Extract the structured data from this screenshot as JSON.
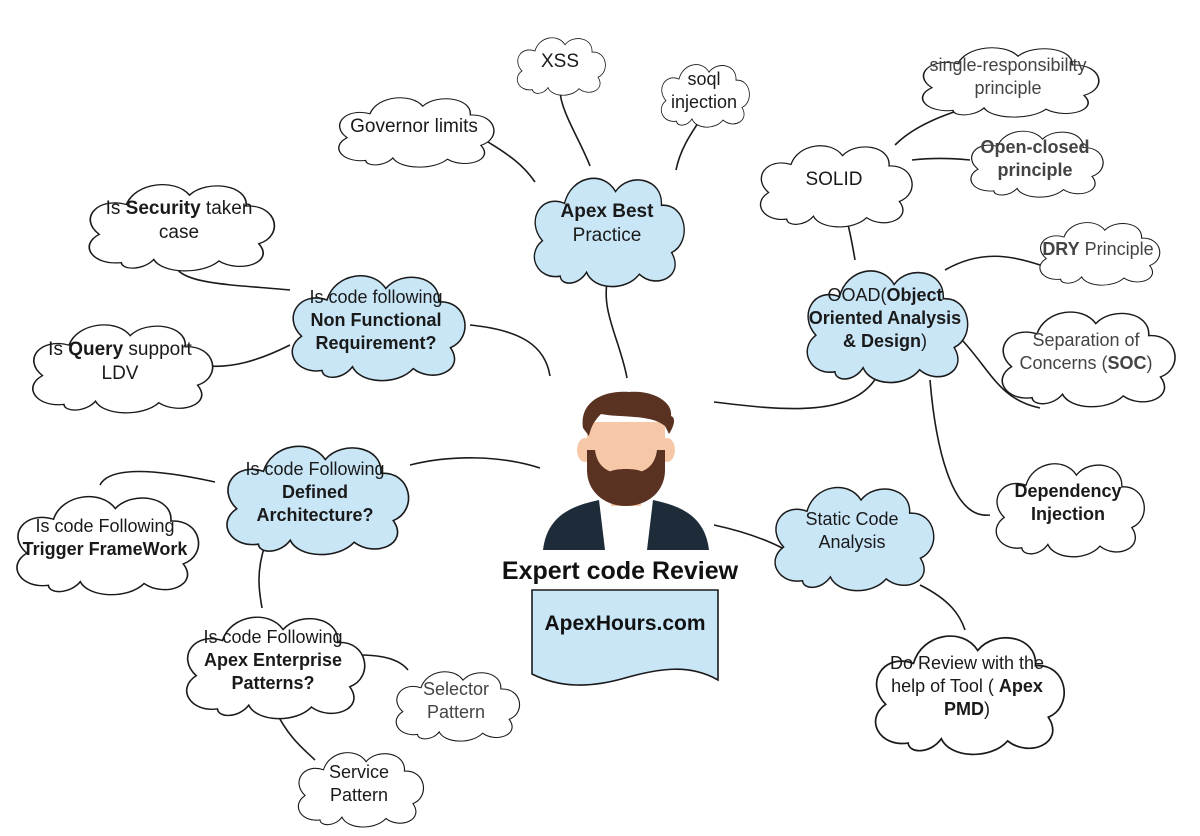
{
  "diagram": {
    "center": {
      "title": "Expert code Review",
      "banner": "ApexHours.com",
      "person_icon": "developer-avatar-icon"
    },
    "nodes": {
      "apex_best_practice": {
        "bold": "Apex Best",
        "rest": "Practice"
      },
      "governor_limits": "Governor limits",
      "xss": "XSS",
      "soql_line1": "soql",
      "soql_line2": "injection",
      "solid": "SOLID",
      "single_resp_line1": "single-responsibility",
      "single_resp_line2": "principle",
      "open_closed_line1": "Open-closed",
      "open_closed_line2": "principle",
      "ooad_pre": "OOAD(",
      "ooad_bold1": "Object",
      "ooad_bold2": "Oriented Analysis",
      "ooad_bold3": "& Design",
      "ooad_post": ")",
      "dry_bold": "DRY",
      "dry_rest": " Principle",
      "soc_line1": "Separation of",
      "soc_pre": "Concerns (",
      "soc_bold": "SOC",
      "soc_post": ")",
      "di_line1": "Dependency",
      "di_line2": "Injection",
      "static_line1": "Static Code",
      "static_line2": "Analysis",
      "pmd_line1": "Do Review with the",
      "pmd_line2": "help of Tool ( ",
      "pmd_bold1": "Apex",
      "pmd_bold2": "PMD",
      "pmd_post": ")",
      "nfr_line1": "Is code following",
      "nfr_bold1": "Non Functional",
      "nfr_bold2": "Requirement?",
      "security_pre": "Is ",
      "security_bold": "Security",
      "security_post": " taken",
      "security_line2": "case",
      "query_pre": "Is ",
      "query_bold": "Query",
      "query_post": " support",
      "query_line2": "LDV",
      "arch_line1": "Is code Following",
      "arch_bold1": "Defined",
      "arch_bold2": "Architecture?",
      "trigger_line1": "Is code Following",
      "trigger_bold": "Trigger FrameWork",
      "enterprise_line1": "Is code Following",
      "enterprise_bold1": "Apex Enterprise",
      "enterprise_bold2": "Patterns?",
      "selector_line1": "Selector",
      "selector_line2": "Pattern",
      "service_line1": "Service",
      "service_line2": "Pattern"
    },
    "colors": {
      "highlight_fill": "#c9e6f7",
      "plain_fill": "#ffffff",
      "outline": "#1a1a1a",
      "banner_fill": "#c9e6f7",
      "hair": "#5a3222",
      "skin": "#f7c8a8",
      "jacket": "#1e2c3a"
    }
  }
}
